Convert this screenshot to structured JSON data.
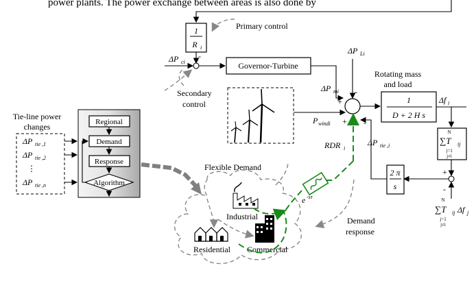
{
  "top_text": "power plants. The power exchange between areas is also done by",
  "primary_control": "Primary control",
  "secondary_control": [
    "Secondary",
    "control"
  ],
  "gain_block": {
    "num": "1",
    "den": "R",
    "den_sub": "i"
  },
  "dPci": {
    "main": "ΔP",
    "sub": "ci"
  },
  "governor": "Governor-Turbine",
  "dPLi": {
    "main": "ΔP",
    "sub": "Li"
  },
  "dPmi": {
    "main": "ΔP",
    "sub": "mi"
  },
  "pwind": {
    "main": "P",
    "sub": "windi"
  },
  "rdr": {
    "main": "RDR",
    "sub": "i"
  },
  "dPtie_i": {
    "main": "ΔP",
    "sub": "tie ,i"
  },
  "rotating": [
    "Rotating mass",
    "and load"
  ],
  "rot_block": {
    "num": "1",
    "den": "D  + 2 H  s",
    "den_sub1": "i",
    "den_sub2": "i"
  },
  "dfi": {
    "main": "Δf",
    "sub": " i"
  },
  "sum_tij": {
    "sym": "∑T",
    "sub": "ij",
    "top": "N",
    "bot1": "j=1",
    "bot2": "j≠i"
  },
  "twopi": {
    "num": "2 π",
    "den": "s"
  },
  "sum_bottom": {
    "sym": "∑T",
    "sub": "ij",
    "expr": "Δf",
    "expr_sub": "j",
    "top": "N",
    "bot1": "j=1",
    "bot2": "j≠i"
  },
  "tieline_title": [
    "Tie-line power",
    "changes"
  ],
  "tieline_items": [
    {
      "main": "ΔP",
      "sub": "tie ,1"
    },
    {
      "main": "ΔP",
      "sub": "tie ,2"
    },
    {
      "main": "⋮",
      "sub": ""
    },
    {
      "main": "ΔP",
      "sub": "tie ,n"
    }
  ],
  "algo_steps": [
    "Regional",
    "Demand",
    "Response",
    "Algorithm"
  ],
  "flexible_demand": "Flexible Demand",
  "industrial": "Industrial",
  "residential": "Residential",
  "commercial": "Commercial",
  "delay": {
    "main": "e",
    "sup": "-sτ",
    "sup_sub": "i"
  },
  "demand_response": [
    "Demand",
    "response"
  ],
  "signs": {
    "plus": "+",
    "minus": "-"
  }
}
